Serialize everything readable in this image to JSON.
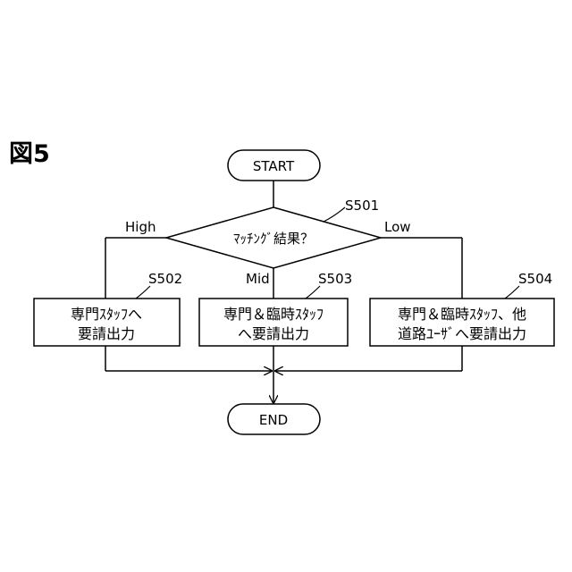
{
  "figure": {
    "label": "図5"
  },
  "nodes": {
    "start": {
      "text": "START"
    },
    "decision": {
      "text": "ﾏｯﾁﾝｸﾞ結果？",
      "step": "S501"
    },
    "box_high": {
      "line1": "専門ｽﾀｯﾌへ",
      "line2": "要請出力",
      "step": "S502"
    },
    "box_mid": {
      "line1": "専門＆臨時ｽﾀｯﾌ",
      "line2": "へ要請出力",
      "step": "S503"
    },
    "box_low": {
      "line1": "専門＆臨時ｽﾀｯﾌ、他",
      "line2": "道路ﾕｰｻﾞへ要請出力",
      "step": "S504"
    },
    "end": {
      "text": "END"
    }
  },
  "branches": {
    "high": "High",
    "mid": "Mid",
    "low": "Low"
  }
}
